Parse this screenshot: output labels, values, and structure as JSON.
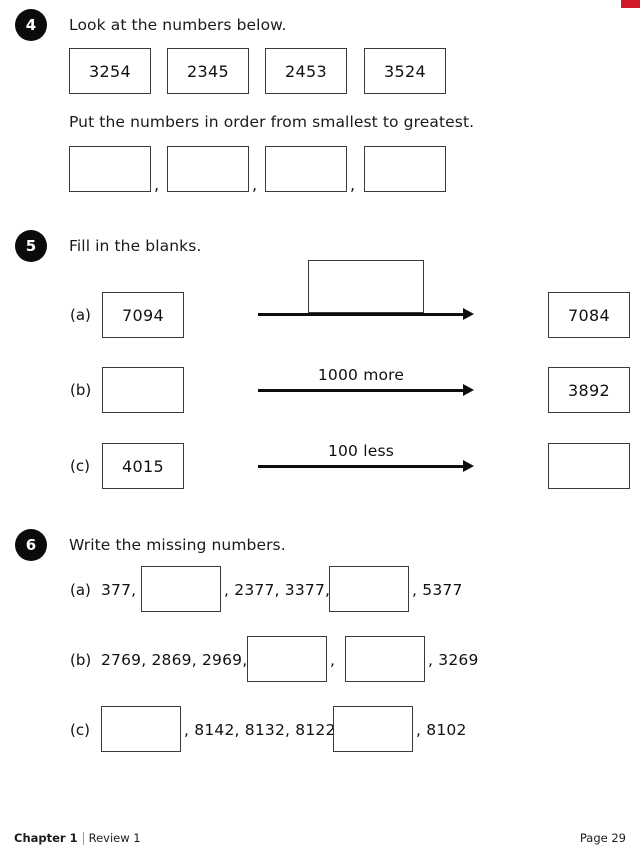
{
  "page": {
    "accent_color": "#d31927",
    "bleed_mark": "red-bleed-mark"
  },
  "questions": [
    {
      "number": "4",
      "prompt": "Look at the numbers below.",
      "prompt2": "Put the numbers in order from smallest to greatest.",
      "given_numbers": [
        "3254",
        "2345",
        "2453",
        "3524"
      ],
      "answer_boxes": [
        "",
        "",
        "",
        ""
      ],
      "separators": [
        ",",
        ",",
        ","
      ]
    },
    {
      "number": "5",
      "prompt": "Fill in the blanks.",
      "rows": [
        {
          "label": "(a)",
          "start": "7094",
          "operation": "",
          "operation_is_box": true,
          "end": "7084"
        },
        {
          "label": "(b)",
          "start": "",
          "operation": "1000 more",
          "operation_is_box": false,
          "end": "3892"
        },
        {
          "label": "(c)",
          "start": "4015",
          "operation": "100 less",
          "operation_is_box": false,
          "end": ""
        }
      ]
    },
    {
      "number": "6",
      "prompt": "Write the missing numbers.",
      "rows": [
        {
          "label": "(a)",
          "seg1": "377,",
          "blank1": "",
          "seg2": ", 2377, 3377,",
          "blank2": "",
          "seg3": ", 5377"
        },
        {
          "label": "(b)",
          "seg1": "2769, 2869, 2969,",
          "blank1": "",
          "seg2": ",",
          "blank2": "",
          "seg3": ", 3269"
        },
        {
          "label": "(c)",
          "seg1": "",
          "blank1": "",
          "seg2": ", 8142, 8132, 8122,",
          "blank2": "",
          "seg3": ", 8102"
        }
      ]
    }
  ],
  "footer": {
    "chapter": "Chapter 1",
    "review": "Review 1",
    "page": "Page 29"
  }
}
